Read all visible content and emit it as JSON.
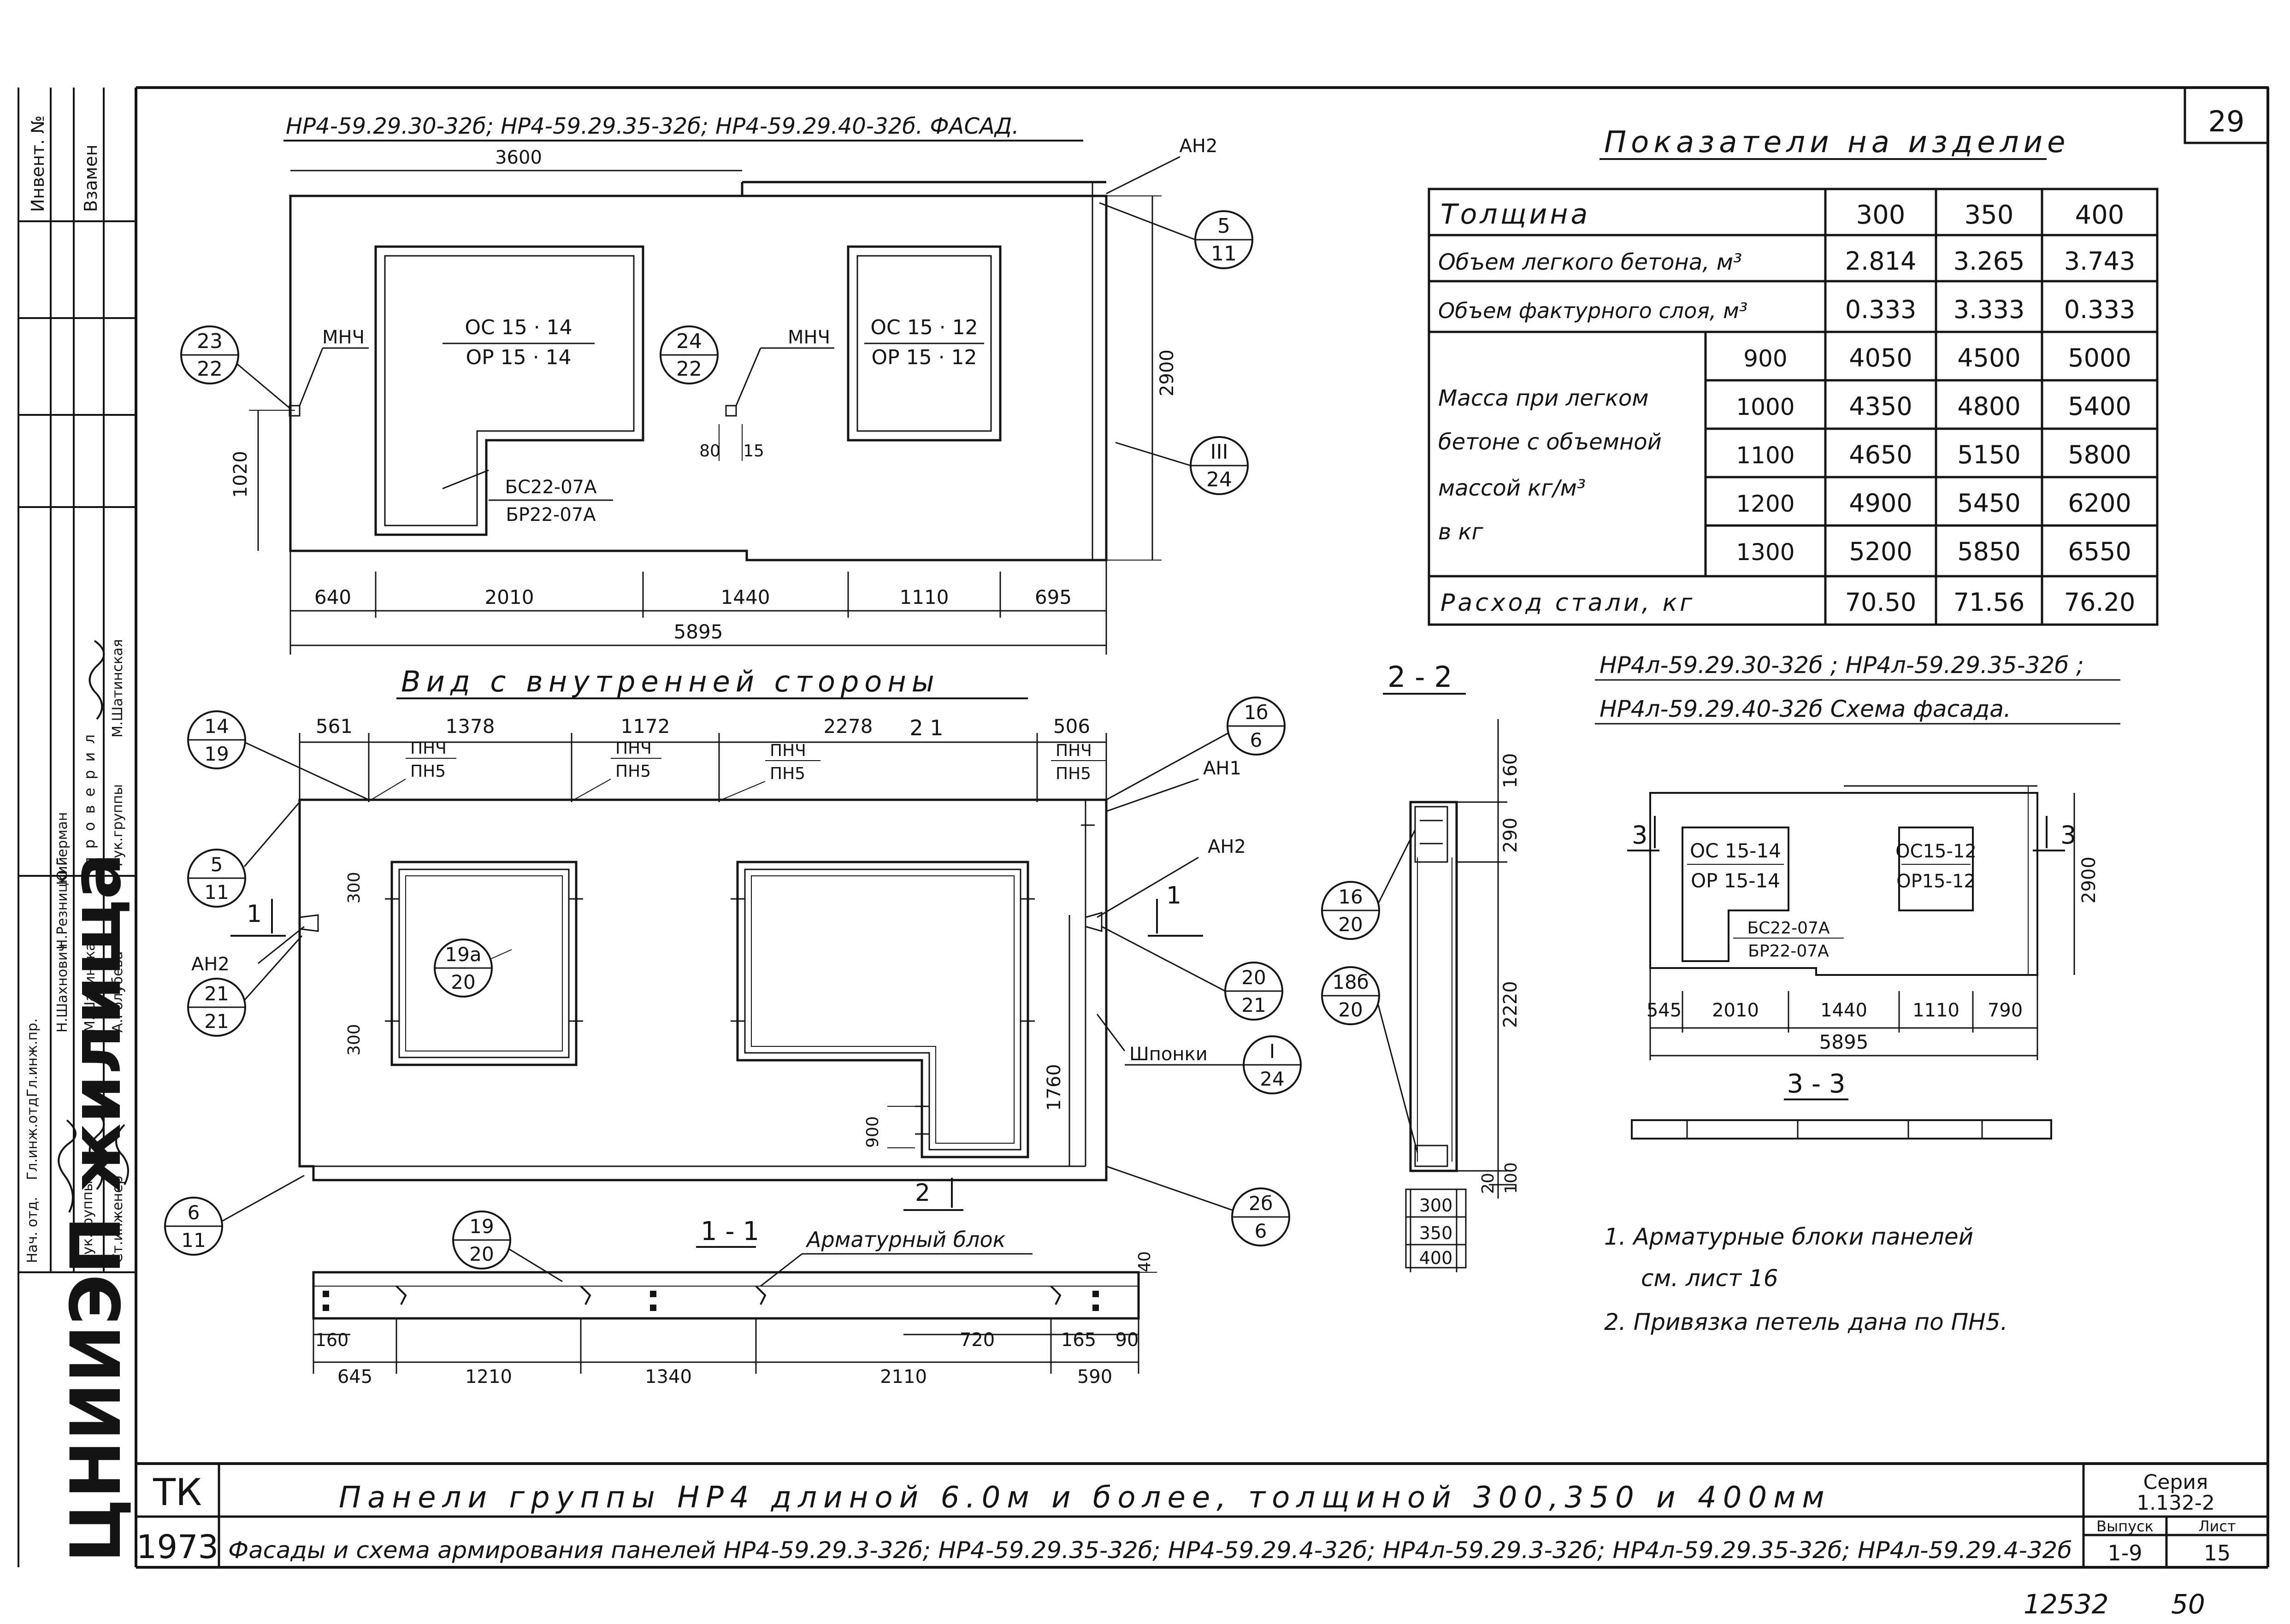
{
  "sheet": {
    "number": "29",
    "bottom_note": "12532",
    "bottom_mark": "50"
  },
  "facade": {
    "title": "НР4-59.29.30-32б; НР4-59.29.35-32б; НР4-59.29.40-32б. ФАСАД.",
    "top_dim": "3600",
    "height_dim": "2900",
    "left_dim": "1020",
    "bottom_dims": [
      "640",
      "2010",
      "1440",
      "1110",
      "695"
    ],
    "total": "5895",
    "window1_top": "ОС 15 · 14",
    "window1_bottom": "ОР 15 · 14",
    "window2_top": "ОС 15 · 12",
    "window2_bottom": "ОР 15 · 12",
    "door_top": "БС22-07А",
    "door_bottom": "БР22-07А",
    "mnch_label": "МНЧ",
    "small_dims": [
      "80",
      "15"
    ],
    "an2": "АН2",
    "callouts": [
      {
        "top": "23",
        "bottom": "22"
      },
      {
        "top": "24",
        "bottom": "22"
      },
      {
        "top": "5",
        "bottom": "11"
      },
      {
        "top": "III",
        "bottom": "24"
      }
    ]
  },
  "table": {
    "title": "Показатели на изделие",
    "headers": [
      "Толщина",
      "300",
      "350",
      "400"
    ],
    "rows": [
      {
        "label": "Объем легкого бетона, м³",
        "values": [
          "2.814",
          "3.265",
          "3.743"
        ]
      },
      {
        "label": "Объем фактурного слоя, м³",
        "values": [
          "0.333",
          "3.333",
          "0.333"
        ]
      }
    ],
    "mass_label_lines": [
      "Масса при легком",
      "бетоне с объемной",
      "массой  кг/м³",
      "в кг"
    ],
    "mass_rows": [
      {
        "density": "900",
        "values": [
          "4050",
          "4500",
          "5000"
        ]
      },
      {
        "density": "1000",
        "values": [
          "4350",
          "4800",
          "5400"
        ]
      },
      {
        "density": "1100",
        "values": [
          "4650",
          "5150",
          "5800"
        ]
      },
      {
        "density": "1200",
        "values": [
          "4900",
          "5450",
          "6200"
        ]
      },
      {
        "density": "1300",
        "values": [
          "5200",
          "5850",
          "6550"
        ]
      }
    ],
    "steel": {
      "label": "Расход  стали,  кг",
      "values": [
        "70.50",
        "71.56",
        "76.20"
      ]
    }
  },
  "inner_view": {
    "title": "Вид  с  внутренней  стороны",
    "top_dims": [
      "561",
      "1378",
      "1172",
      "2278",
      "506"
    ],
    "section_mark_21": "2 1",
    "pnch": "ПНЧ",
    "pn5": "ПН5",
    "an1": "АН1",
    "an2": "АН2",
    "shponki": "Шпонки",
    "dims_300a": "300",
    "dims_300b": "300",
    "dim_1760": "1760",
    "dim_900": "900",
    "center_callout": {
      "top": "19а",
      "bottom": "20"
    },
    "callouts": [
      {
        "top": "14",
        "bottom": "19"
      },
      {
        "top": "5",
        "bottom": "11"
      },
      {
        "top": "21",
        "bottom": "21"
      },
      {
        "top": "6",
        "bottom": "11"
      },
      {
        "top": "1б",
        "bottom": "6"
      },
      {
        "top": "20",
        "bottom": "21"
      },
      {
        "top": "I",
        "bottom": "24"
      },
      {
        "top": "2б",
        "bottom": "6"
      }
    ],
    "cut_mark_1": "1",
    "cut_mark_2": "2"
  },
  "section_11": {
    "title": "1 - 1",
    "label": "Арматурный  блок",
    "callout": {
      "top": "19",
      "bottom": "20"
    },
    "dims_top": [
      "160",
      "720",
      "165",
      "90"
    ],
    "dims_bottom": [
      "645",
      "1210",
      "1340",
      "2110",
      "590"
    ],
    "dim_40": "40"
  },
  "section_22": {
    "title": "2 - 2",
    "dims": [
      "160",
      "290",
      "2220",
      "20",
      "100"
    ],
    "thickness": [
      "300",
      "350",
      "400"
    ],
    "callouts": [
      {
        "top": "16",
        "bottom": "20"
      },
      {
        "top": "18б",
        "bottom": "20"
      }
    ]
  },
  "scheme": {
    "title_line1": "НР4л-59.29.30-32б ; НР4л-59.29.35-32б ;",
    "title_line2": "НР4л-59.29.40-32б  Схема  фасада.",
    "win1_top": "ОС 15-14",
    "win1_bottom": "ОР 15-14",
    "win2_top": "ОС15-12",
    "win2_bottom": "ОР15-12",
    "door_top": "БС22-07А",
    "door_bottom": "БР22-07А",
    "height": "2900",
    "dims": [
      "545",
      "2010",
      "1440",
      "1110",
      "790"
    ],
    "total": "5895",
    "cut": "3",
    "section_title": "3 - 3"
  },
  "notes": [
    "1. Арматурные блоки панелей",
    "см. лист 16",
    "2. Привязка петель дана по ПН5."
  ],
  "stamp": {
    "org": "ЦНИИЭП жилища",
    "tk": "ТК",
    "year": "1973",
    "title1": "Панели группы  НР4 длиной  6.0м  и  более,  толщиной  300,350 и 400мм",
    "title2": "Фасады и схема армирования панелей НР4-59.29.3-32б; НР4-59.29.35-32б; НР4-59.29.4-32б; НР4л-59.29.3-32б; НР4л-59.29.35-32б; НР4л-59.29.4-32б",
    "series_label": "Серия",
    "series": "1.132-2",
    "vypusk_label": "Выпуск",
    "vypusk": "1-9",
    "list_label": "Лист",
    "list": "15",
    "side_col": [
      "Инвент. №",
      "Взамен"
    ],
    "side_roles": [
      "Нач. отд.",
      "Гл.инж.отд.",
      "Гл.инж.пр.",
      "Рук.группы",
      "Ст.инженер"
    ],
    "side_names": [
      "Н.Шахнович",
      "Н.Резницкий",
      "Ю.Герман",
      "М.Шатинская",
      "А.Голубева"
    ],
    "side_check": [
      "проверил",
      "Рук.группы",
      "М.Шатинская"
    ]
  }
}
